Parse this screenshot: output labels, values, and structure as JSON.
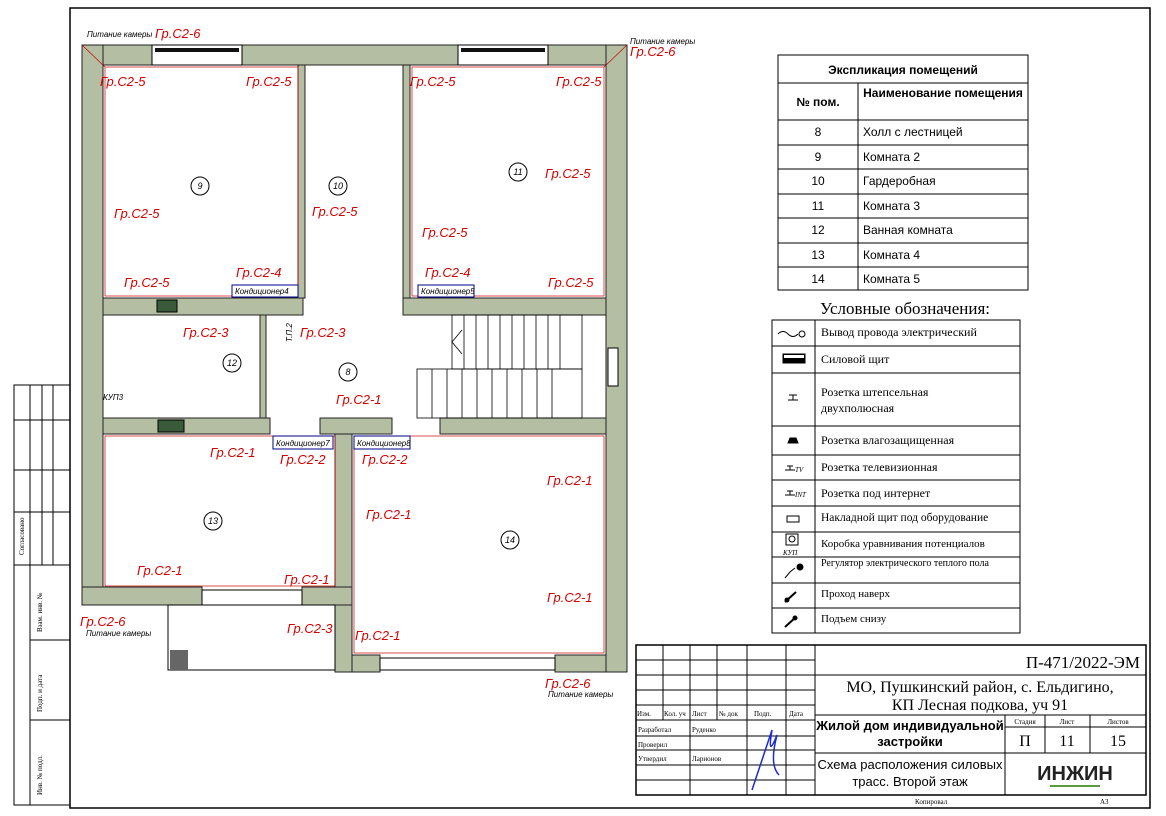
{
  "plan": {
    "rooms": [
      "8",
      "9",
      "10",
      "11",
      "12",
      "13",
      "14"
    ],
    "labels": [
      "Гр.С2-6",
      "Гр.С2-6",
      "Гр.С2-6",
      "Гр.С2-6",
      "Гр.С2-5",
      "Гр.С2-5",
      "Гр.С2-5",
      "Гр.С2-5",
      "Гр.С2-5",
      "Гр.С2-5",
      "Гр.С2-5",
      "Гр.С2-5",
      "Гр.С2-5",
      "Гр.С2-5",
      "Гр.С2-4",
      "Гр.С2-4",
      "Гр.С2-3",
      "Гр.С2-3",
      "Гр.С2-3",
      "Гр.С2-1",
      "Гр.С2-1",
      "Гр.С2-2",
      "Гр.С2-2",
      "Гр.С2-1",
      "Гр.С2-1",
      "Гр.С2-1",
      "Гр.С2-1",
      "Гр.С2-1",
      "Гр.С2-1"
    ],
    "camera_power": "Питание камеры",
    "ac": [
      "Кондиционер4",
      "Кондиционер5",
      "Кондиционер7",
      "Кондиционер8"
    ],
    "kup": "КУП3",
    "floor_heat": "Т.П.2"
  },
  "explication": {
    "title": "Экспликация помещений",
    "col_num": "№ пом.",
    "col_name": "Наименование помещения",
    "rows": [
      [
        "8",
        "Холл с лестницей"
      ],
      [
        "9",
        "Комната 2"
      ],
      [
        "10",
        "Гардеробная"
      ],
      [
        "11",
        "Комната 3"
      ],
      [
        "12",
        "Ванная комната"
      ],
      [
        "13",
        "Комната 4"
      ],
      [
        "14",
        "Комната 5"
      ]
    ]
  },
  "legend": {
    "title": "Условные обозначения:",
    "items": [
      "Вывод провода электрический",
      "Силовой щит",
      "Розетка штепсельная двухполюсная",
      "Розетка влагозащищенная",
      "Розетка телевизионная",
      "Розетка под интернет",
      "Накладной щит под оборудование",
      "Коробка уравнивания потенциалов",
      "Регулятор электрического теплого пола",
      "Проход наверх",
      "Подъем снизу"
    ],
    "tv": "TV",
    "int": "INT",
    "kup": "КУП"
  },
  "stamp": {
    "code": "П-471/2022-ЭМ",
    "address": [
      "МО, Пушкинский район, с. Ельдигино,",
      "КП Лесная подкова, уч 91"
    ],
    "object": "Жилой дом индивидуальной застройки",
    "sheet_title": "Схема расположения силовых трасс. Второй этаж",
    "cols": [
      "Изм.",
      "Кол. уч",
      "Лист",
      "№ док",
      "Подп.",
      "Дата"
    ],
    "roles": [
      [
        "Разработал",
        "Руденко"
      ],
      [
        "Проверил",
        ""
      ],
      [
        "Утвердил",
        "Ларионов"
      ]
    ],
    "stage_label": "Стадия",
    "sheet_label": "Лист",
    "sheets_label": "Листов",
    "stage": "П",
    "sheet": "11",
    "sheets": "15",
    "logo": "ИНЖИН",
    "copied": "Копировал",
    "format": "А3"
  },
  "side": {
    "agreed": "Согласовано",
    "inv_zam": "Взам. инв. №",
    "sign_date": "Подп. и дата",
    "inv_podl": "Инв. № подл."
  }
}
